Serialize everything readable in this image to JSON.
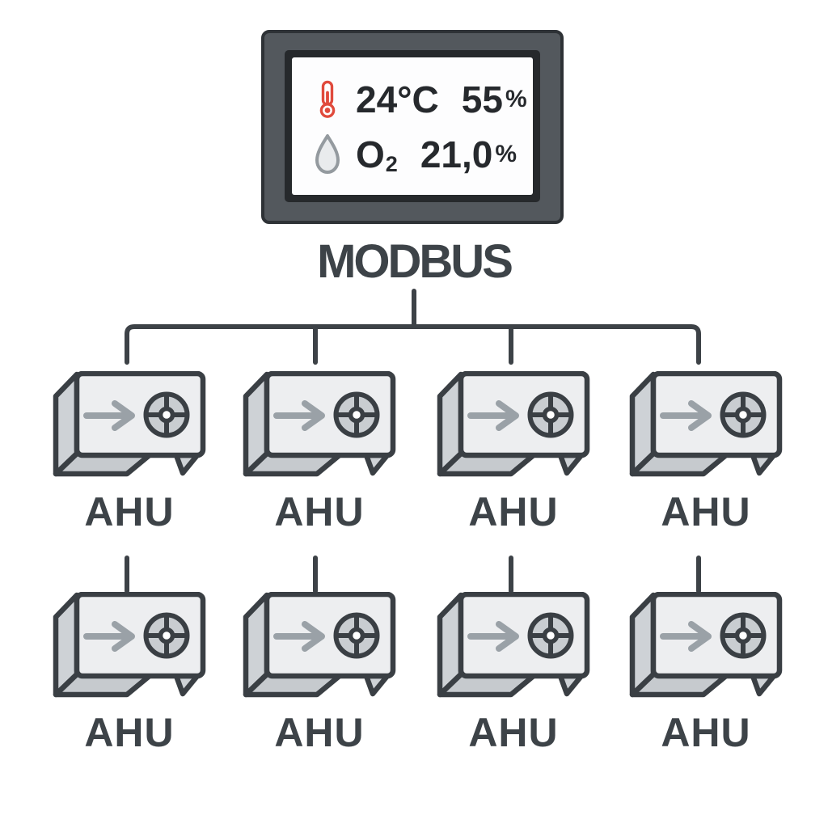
{
  "display": {
    "temperature_value": "24°C",
    "humidity_value": "55",
    "humidity_unit": "%",
    "oxygen_symbol": "O",
    "oxygen_subscript": "2",
    "oxygen_value": "21,0",
    "oxygen_unit": "%"
  },
  "network": {
    "protocol": "MODBUS"
  },
  "units": {
    "label": "AHU",
    "count": 8,
    "rows": 2,
    "columns": 4
  },
  "icons": {
    "temperature": "thermometer-icon",
    "oxygen": "water-drop-icon",
    "unit": "ahu-box-icon",
    "unit_arrow": "airflow-arrow-icon",
    "unit_fan": "fan-icon"
  },
  "colors": {
    "outline": "#3a3f44",
    "label_text": "#3d4348",
    "screen_text": "#26292d",
    "panel_frame": "#53585d",
    "panel_bezel": "#26292c",
    "screen_bg": "#fdfdfe",
    "thermometer_red": "#e04a3c",
    "muted_gray": "#9aa1a7",
    "unit_face": "#edeef0",
    "unit_side": "#ced2d6",
    "unit_bottom": "#c6cace",
    "connector": "#3d4247"
  }
}
